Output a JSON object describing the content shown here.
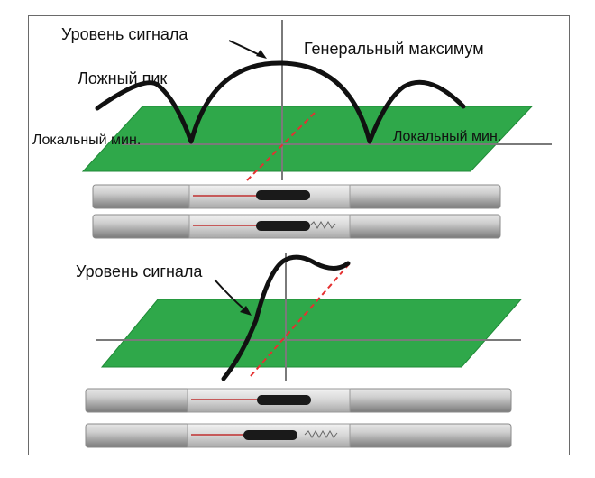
{
  "colors": {
    "board": "#2fa84a",
    "board_edge": "#1f8a37",
    "axis": "#7a7a7a",
    "curve": "#111111",
    "dashed": "#e53030",
    "pipe": "#bdbdbd",
    "probe": "#1a1a1a",
    "wire": "#c03030"
  },
  "top_panel": {
    "label_signal": "Уровень сигнала",
    "label_false_peak": "Ложный пик",
    "label_global_max": "Генеральный максимум",
    "label_local_min_left": "Локальный мин.",
    "label_local_min_right": "Локальный мин."
  },
  "bottom_panel": {
    "label_signal": "Уровень сигнала"
  }
}
